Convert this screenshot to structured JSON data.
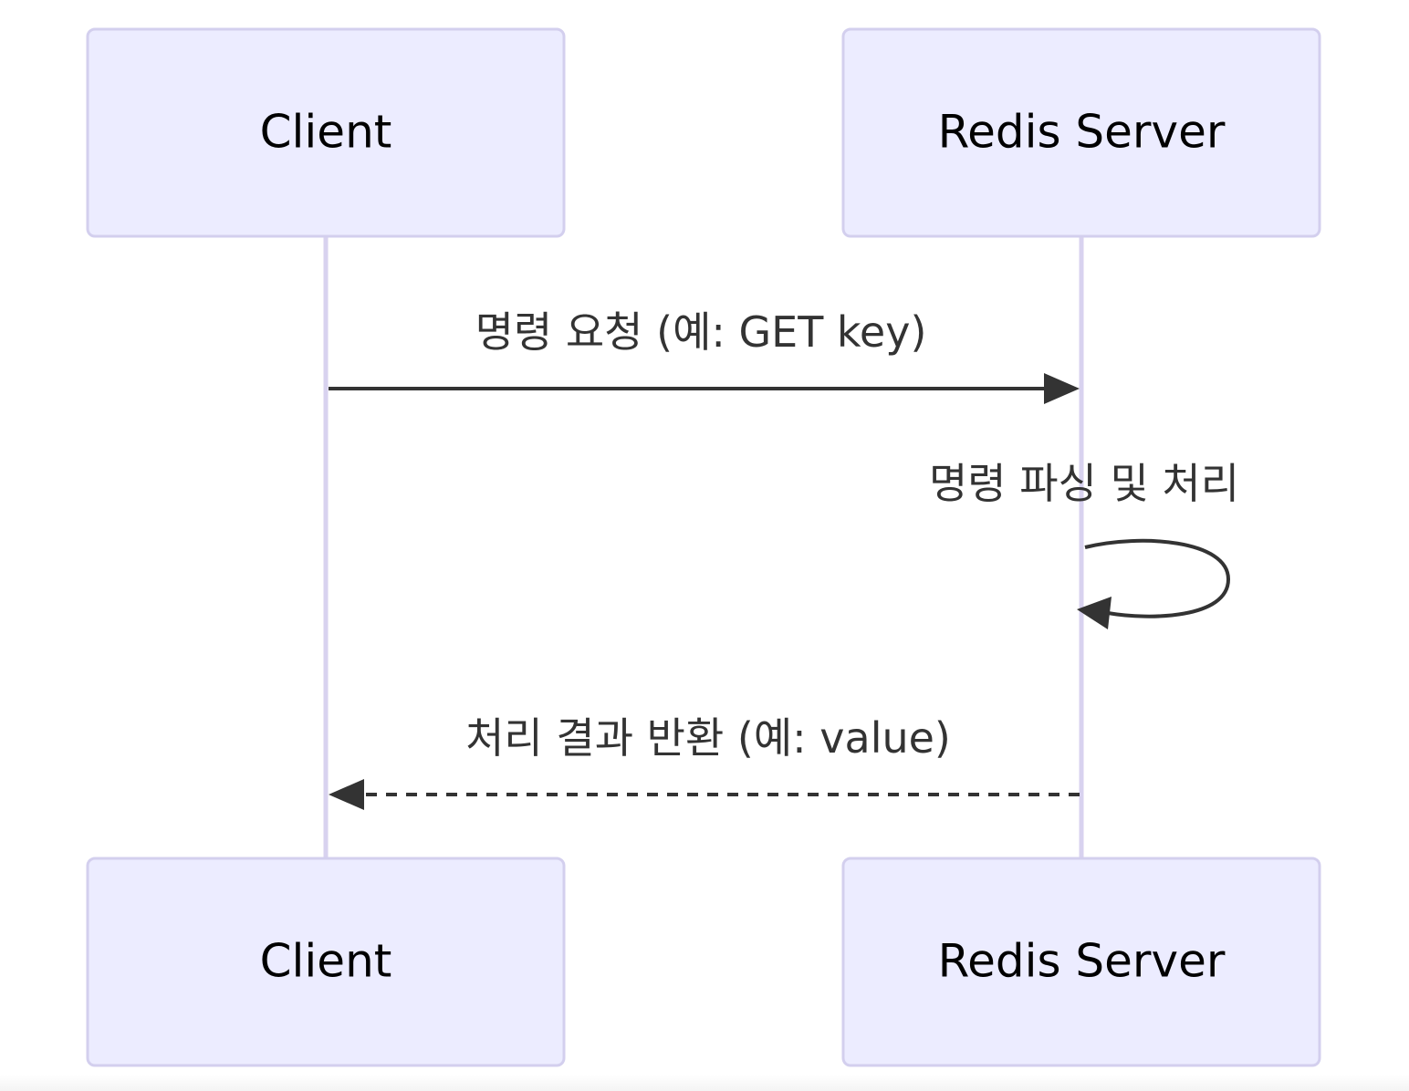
{
  "participants": [
    {
      "label": "Client"
    },
    {
      "label": "Redis Server"
    }
  ],
  "messages": [
    {
      "label": "명령 요청 (예: GET key)",
      "from": "Client",
      "to": "Redis Server",
      "style": "solid"
    },
    {
      "label": "명령 파싱 및 처리",
      "from": "Redis Server",
      "to": "Redis Server",
      "style": "solid"
    },
    {
      "label": "처리 결과 반환 (예: value)",
      "from": "Redis Server",
      "to": "Client",
      "style": "dashed"
    }
  ],
  "colors": {
    "actor_fill": "#ececff",
    "actor_border": "#d3cfee",
    "lifeline": "#d8d2ef",
    "message": "#333333"
  }
}
